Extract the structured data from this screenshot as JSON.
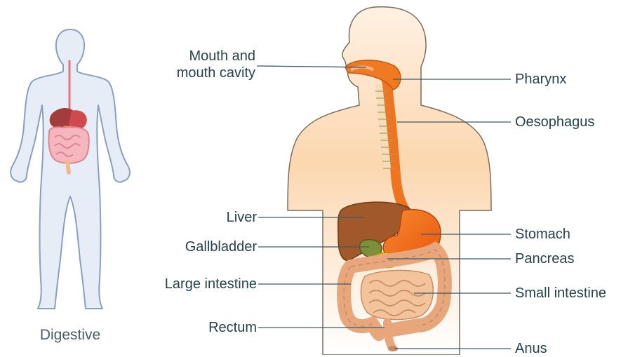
{
  "caption": "Digestive",
  "labels": {
    "mouth_line1": "Mouth and",
    "mouth_line2": "mouth cavity",
    "pharynx": "Pharynx",
    "oesophagus": "Oesophagus",
    "liver": "Liver",
    "gallbladder": "Gallbladder",
    "large_intestine": "Large intestine",
    "rectum": "Rectum",
    "stomach": "Stomach",
    "pancreas": "Pancreas",
    "small_intestine": "Small intestine",
    "anus": "Anus"
  },
  "colors": {
    "label_text": "#27414f",
    "leader_line": "#3d5a6a",
    "body_fill": "#f9c99a",
    "silhouette_fill": "#e6edf7",
    "silhouette_stroke": "#8aa0bd",
    "liver": "#a1582b",
    "stomach": "#f06b1a",
    "intestine": "#f0b98e",
    "gallbladder": "#7e8f3a",
    "pancreas": "#f2c21e"
  }
}
